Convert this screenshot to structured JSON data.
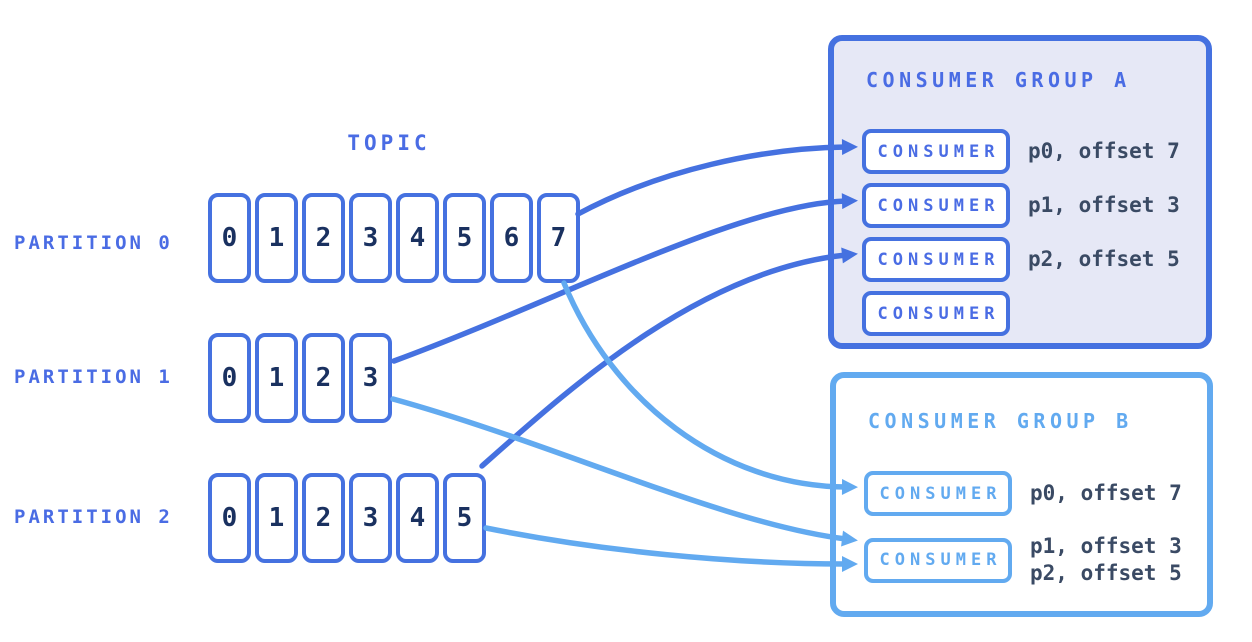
{
  "topic_label": "TOPIC",
  "partitions": [
    {
      "label": "PARTITION 0",
      "cells": [
        "0",
        "1",
        "2",
        "3",
        "4",
        "5",
        "6",
        "7"
      ]
    },
    {
      "label": "PARTITION 1",
      "cells": [
        "0",
        "1",
        "2",
        "3"
      ]
    },
    {
      "label": "PARTITION 2",
      "cells": [
        "0",
        "1",
        "2",
        "3",
        "4",
        "5"
      ]
    }
  ],
  "consumer_groups": [
    {
      "title": "CONSUMER GROUP A",
      "consumers": [
        {
          "label": "CONSUMER",
          "assignments": [
            "p0, offset 7"
          ]
        },
        {
          "label": "CONSUMER",
          "assignments": [
            "p1, offset 3"
          ]
        },
        {
          "label": "CONSUMER",
          "assignments": [
            "p2, offset 5"
          ]
        },
        {
          "label": "CONSUMER",
          "assignments": []
        }
      ]
    },
    {
      "title": "CONSUMER GROUP B",
      "consumers": [
        {
          "label": "CONSUMER",
          "assignments": [
            "p0, offset 7"
          ]
        },
        {
          "label": "CONSUMER",
          "assignments": [
            "p1, offset 3",
            "p2, offset 5"
          ]
        }
      ]
    }
  ],
  "connections": [
    {
      "from": "partition-0",
      "to": "group-a-consumer-0"
    },
    {
      "from": "partition-1",
      "to": "group-a-consumer-1"
    },
    {
      "from": "partition-2",
      "to": "group-a-consumer-2"
    },
    {
      "from": "partition-0",
      "to": "group-b-consumer-0"
    },
    {
      "from": "partition-1",
      "to": "group-b-consumer-1"
    },
    {
      "from": "partition-2",
      "to": "group-b-consumer-1"
    }
  ],
  "colors": {
    "dark_blue": "#4571E0",
    "light_blue": "#62AAF0",
    "label_blue": "#4A6CE4",
    "cell_number_navy": "#1A3160",
    "offset_text_slate": "#3A4A64",
    "group_a_background": "#E6E8F6"
  }
}
